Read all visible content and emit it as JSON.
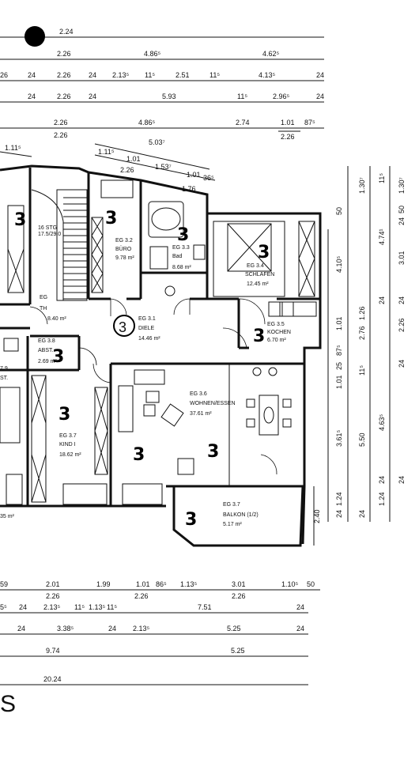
{
  "top_dims": {
    "row1": [
      "2.24"
    ],
    "row2": [
      "2.26",
      "4.86⁵",
      "4.62⁵"
    ],
    "row3": [
      "26",
      "24",
      "2.26",
      "24",
      "2.13⁵",
      "11⁵",
      "2.51",
      "11⁵",
      "4.13⁵",
      "24"
    ],
    "row4": [
      "24",
      "2.26",
      "24",
      "5.93",
      "11⁵",
      "2.96⁵",
      "24"
    ],
    "row5a": [
      "2.26",
      "4.86⁵",
      "2.74",
      "1.01",
      "87⁵"
    ],
    "row5b": [
      "2.26",
      "2.26"
    ],
    "diag": [
      "1.11⁵",
      "5.03⁷",
      "1.11⁵",
      "1.01",
      "2.26",
      "1.53⁷",
      "1.01",
      "36⁵",
      "1.76"
    ]
  },
  "rooms": {
    "stg": [
      "16 STG",
      "17.5/29.0"
    ],
    "th": [
      "EG",
      "TH",
      "8.40 m²"
    ],
    "buero": [
      "EG 3.2",
      "BÜRO",
      "9.78 m²"
    ],
    "bad": [
      "EG 3.3",
      "Bad",
      "8.68 m²"
    ],
    "schlafen": [
      "EG 3.4",
      "SCHLAFEN",
      "12.45 m²"
    ],
    "diele": [
      "EG 3.1",
      "DIELE",
      "14.46 m²"
    ],
    "abst": [
      "EG 3.8",
      "ABST.",
      "2.69 m²"
    ],
    "kochen": [
      "EG 3.5",
      "KOCHEN",
      "6.70 m²"
    ],
    "wohnen": [
      "EG 3.6",
      "WOHNEN/ESSEN",
      "37.61 m²"
    ],
    "kind": [
      "EG 3.7",
      "KIND I",
      "18.62 m²"
    ],
    "balkon": [
      "EG 3.7",
      "BALKON (1/2)",
      "5.17 m²"
    ],
    "left_partial": [
      "7.9",
      "ST.",
      "35 m²"
    ]
  },
  "marks": {
    "handwritten": "3",
    "circled": "3"
  },
  "right_dims": {
    "col1": [
      "50",
      "4.10⁵",
      "1.01",
      "1.01",
      "25",
      "87⁵",
      "3.61⁵",
      "1.24",
      "24"
    ],
    "col2": [
      "1.30⁷",
      "2.76",
      "1.26",
      "11⁵",
      "5.50",
      "24"
    ],
    "col3": [
      "11⁵",
      "4.74¹",
      "24",
      "4.63⁵",
      "24",
      "1.24"
    ],
    "col4": [
      "1.30⁷",
      "24",
      "50",
      "3.01",
      "2.26",
      "24",
      "24",
      "24"
    ],
    "balkon_side": "2.40"
  },
  "bottom_dims": {
    "row1": [
      "59",
      "2.01",
      "1.99",
      "1.01",
      "86⁵",
      "1.13⁵",
      "3.01",
      "1.10⁵",
      "50"
    ],
    "row1b": [
      "2.26",
      "2.26",
      "2.26"
    ],
    "row2": [
      "5⁵",
      "24",
      "2.13⁵",
      "11⁵",
      "1.13⁵",
      "11⁵",
      "7.51",
      "24"
    ],
    "row3": [
      "24",
      "3.38⁵",
      "24",
      "2.13⁵",
      "5.25",
      "24"
    ],
    "row4": [
      "9.74",
      "5.25"
    ],
    "row5": [
      "20.24"
    ]
  },
  "corner_letter": "S"
}
